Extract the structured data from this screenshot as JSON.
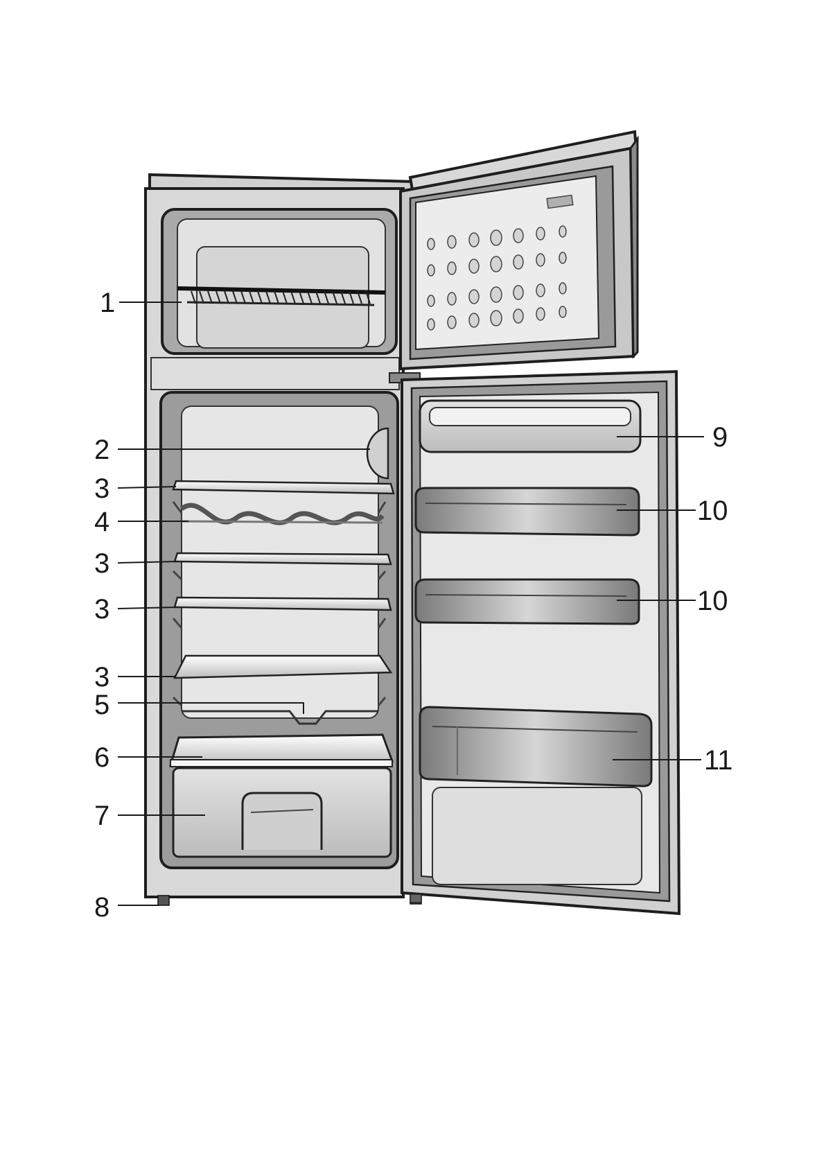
{
  "colors": {
    "body": "#d9d9d9",
    "liner": "#c4c4c4",
    "interior": "#e6e6e6",
    "shelf": "#f4f4f4",
    "outline": "#1e1e1e",
    "dark_gasket": "#8c8c8c"
  },
  "callouts": {
    "n1": "1",
    "n2": "2",
    "n3a": "3",
    "n4": "4",
    "n3b": "3",
    "n3c": "3",
    "n3d": "3",
    "n5": "5",
    "n6": "6",
    "n7": "7",
    "n8": "8",
    "n9": "9",
    "n10a": "10",
    "n10b": "10",
    "n11": "11"
  }
}
